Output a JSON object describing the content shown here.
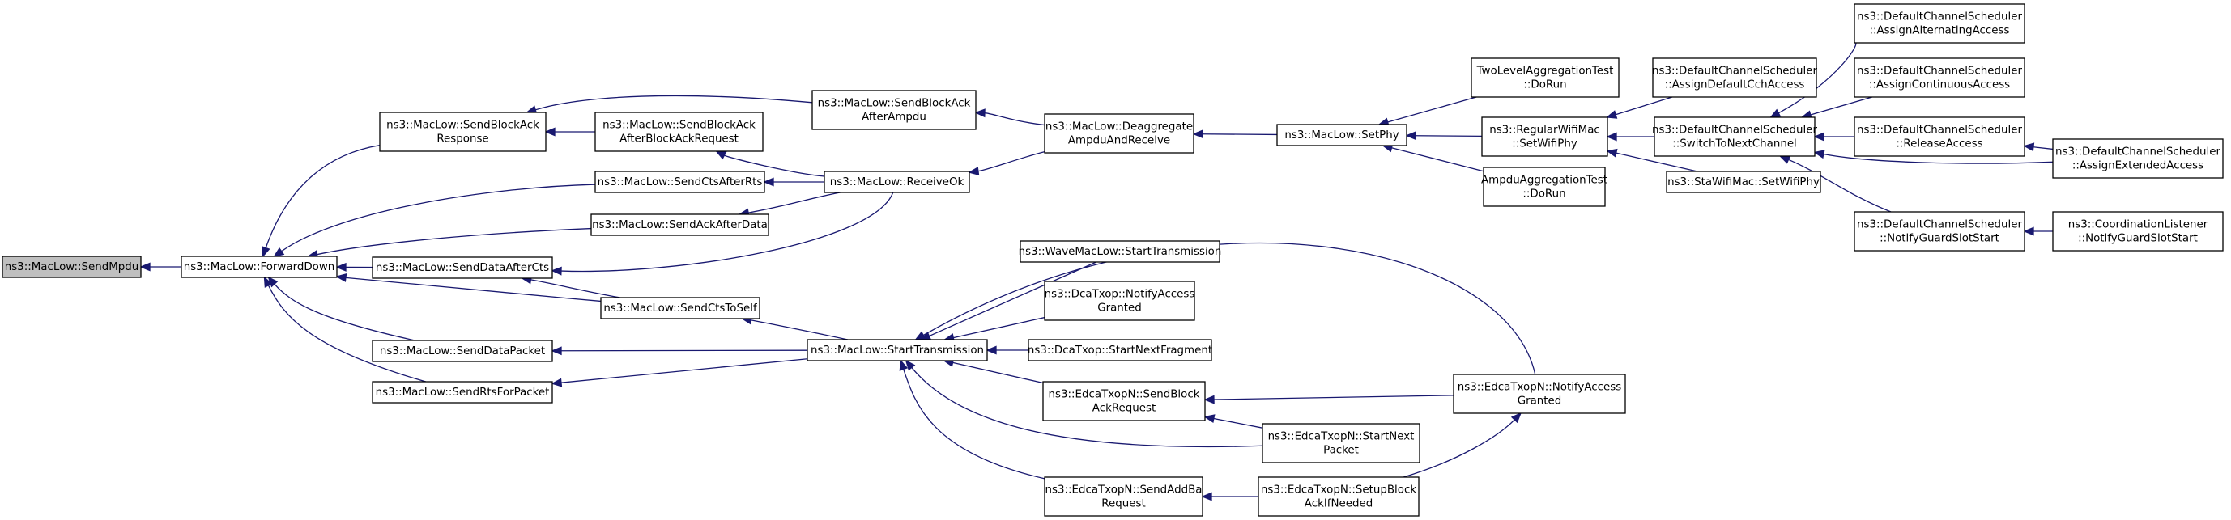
{
  "graph": {
    "nodes": [
      {
        "id": "send_mpdu",
        "lines": [
          "ns3::MacLow::SendMpdu"
        ],
        "root": true
      },
      {
        "id": "forward_down",
        "lines": [
          "ns3::MacLow::ForwardDown"
        ]
      },
      {
        "id": "send_block_ack_response",
        "lines": [
          "ns3::MacLow::SendBlockAck",
          "Response"
        ]
      },
      {
        "id": "send_cts_after_rts",
        "lines": [
          "ns3::MacLow::SendCtsAfterRts"
        ]
      },
      {
        "id": "send_ack_after_data",
        "lines": [
          "ns3::MacLow::SendAckAfterData"
        ]
      },
      {
        "id": "send_data_after_cts",
        "lines": [
          "ns3::MacLow::SendDataAfterCts"
        ]
      },
      {
        "id": "send_cts_to_self",
        "lines": [
          "ns3::MacLow::SendCtsToSelf"
        ]
      },
      {
        "id": "send_data_packet",
        "lines": [
          "ns3::MacLow::SendDataPacket"
        ]
      },
      {
        "id": "send_rts_for_packet",
        "lines": [
          "ns3::MacLow::SendRtsForPacket"
        ]
      },
      {
        "id": "send_block_ack_after_bar",
        "lines": [
          "ns3::MacLow::SendBlockAck",
          "AfterBlockAckRequest"
        ]
      },
      {
        "id": "send_block_ack_after_ampdu",
        "lines": [
          "ns3::MacLow::SendBlockAck",
          "AfterAmpdu"
        ]
      },
      {
        "id": "receive_ok",
        "lines": [
          "ns3::MacLow::ReceiveOk"
        ]
      },
      {
        "id": "start_transmission",
        "lines": [
          "ns3::MacLow::StartTransmission"
        ]
      },
      {
        "id": "deaggregate",
        "lines": [
          "ns3::MacLow::Deaggregate",
          "AmpduAndReceive"
        ]
      },
      {
        "id": "wave_start_tx",
        "lines": [
          "ns3::WaveMacLow::StartTransmission"
        ]
      },
      {
        "id": "dca_notify_access",
        "lines": [
          "ns3::DcaTxop::NotifyAccess",
          "Granted"
        ]
      },
      {
        "id": "dca_start_next_fragment",
        "lines": [
          "ns3::DcaTxop::StartNextFragment"
        ]
      },
      {
        "id": "edca_send_block_ack_request",
        "lines": [
          "ns3::EdcaTxopN::SendBlock",
          "AckRequest"
        ]
      },
      {
        "id": "edca_send_add_ba",
        "lines": [
          "ns3::EdcaTxopN::SendAddBa",
          "Request"
        ]
      },
      {
        "id": "set_phy",
        "lines": [
          "ns3::MacLow::SetPhy"
        ]
      },
      {
        "id": "edca_start_next_packet",
        "lines": [
          "ns3::EdcaTxopN::StartNext",
          "Packet"
        ]
      },
      {
        "id": "edca_setup_block_ack",
        "lines": [
          "ns3::EdcaTxopN::SetupBlock",
          "AckIfNeeded"
        ]
      },
      {
        "id": "two_level_test",
        "lines": [
          "TwoLevelAggregationTest",
          "::DoRun"
        ]
      },
      {
        "id": "regular_wifi_mac",
        "lines": [
          "ns3::RegularWifiMac",
          "::SetWifiPhy"
        ]
      },
      {
        "id": "ampdu_test",
        "lines": [
          "AmpduAggregationTest",
          "::DoRun"
        ]
      },
      {
        "id": "edca_notify_access",
        "lines": [
          "ns3::EdcaTxopN::NotifyAccess",
          "Granted"
        ]
      },
      {
        "id": "dcs_assign_default_cch",
        "lines": [
          "ns3::DefaultChannelScheduler",
          "::AssignDefaultCchAccess"
        ]
      },
      {
        "id": "dcs_switch_to_next",
        "lines": [
          "ns3::DefaultChannelScheduler",
          "::SwitchToNextChannel"
        ]
      },
      {
        "id": "sta_wifi_mac",
        "lines": [
          "ns3::StaWifiMac::SetWifiPhy"
        ]
      },
      {
        "id": "dcs_assign_alternating",
        "lines": [
          "ns3::DefaultChannelScheduler",
          "::AssignAlternatingAccess"
        ]
      },
      {
        "id": "dcs_assign_continuous",
        "lines": [
          "ns3::DefaultChannelScheduler",
          "::AssignContinuousAccess"
        ]
      },
      {
        "id": "dcs_release_access",
        "lines": [
          "ns3::DefaultChannelScheduler",
          "::ReleaseAccess"
        ]
      },
      {
        "id": "dcs_notify_guard",
        "lines": [
          "ns3::DefaultChannelScheduler",
          "::NotifyGuardSlotStart"
        ]
      },
      {
        "id": "dcs_assign_extended",
        "lines": [
          "ns3::DefaultChannelScheduler",
          "::AssignExtendedAccess"
        ]
      },
      {
        "id": "coordination_listener",
        "lines": [
          "ns3::CoordinationListener",
          "::NotifyGuardSlotStart"
        ]
      }
    ],
    "edges": [
      {
        "from": "forward_down",
        "to": "send_mpdu"
      },
      {
        "from": "send_block_ack_response",
        "to": "forward_down"
      },
      {
        "from": "send_cts_after_rts",
        "to": "forward_down"
      },
      {
        "from": "send_ack_after_data",
        "to": "forward_down"
      },
      {
        "from": "send_data_after_cts",
        "to": "forward_down"
      },
      {
        "from": "send_cts_to_self",
        "to": "forward_down"
      },
      {
        "from": "send_data_packet",
        "to": "forward_down"
      },
      {
        "from": "send_rts_for_packet",
        "to": "forward_down"
      },
      {
        "from": "send_block_ack_after_bar",
        "to": "send_block_ack_response"
      },
      {
        "from": "send_block_ack_after_ampdu",
        "to": "send_block_ack_response"
      },
      {
        "from": "receive_ok",
        "to": "send_cts_after_rts"
      },
      {
        "from": "receive_ok",
        "to": "send_ack_after_data"
      },
      {
        "from": "receive_ok",
        "to": "send_data_after_cts"
      },
      {
        "from": "receive_ok",
        "to": "send_block_ack_after_bar"
      },
      {
        "from": "send_cts_to_self",
        "to": "send_data_after_cts"
      },
      {
        "from": "start_transmission",
        "to": "send_cts_to_self"
      },
      {
        "from": "start_transmission",
        "to": "send_data_packet"
      },
      {
        "from": "start_transmission",
        "to": "send_rts_for_packet"
      },
      {
        "from": "deaggregate",
        "to": "send_block_ack_after_ampdu"
      },
      {
        "from": "deaggregate",
        "to": "receive_ok"
      },
      {
        "from": "set_phy",
        "to": "deaggregate"
      },
      {
        "from": "two_level_test",
        "to": "set_phy"
      },
      {
        "from": "regular_wifi_mac",
        "to": "set_phy"
      },
      {
        "from": "ampdu_test",
        "to": "set_phy"
      },
      {
        "from": "wave_start_tx",
        "to": "start_transmission"
      },
      {
        "from": "dca_notify_access",
        "to": "start_transmission"
      },
      {
        "from": "dca_start_next_fragment",
        "to": "start_transmission"
      },
      {
        "from": "edca_send_block_ack_request",
        "to": "start_transmission"
      },
      {
        "from": "edca_send_add_ba",
        "to": "start_transmission"
      },
      {
        "from": "edca_start_next_packet",
        "to": "start_transmission"
      },
      {
        "from": "edca_notify_access",
        "to": "start_transmission"
      },
      {
        "from": "edca_notify_access",
        "to": "edca_send_block_ack_request"
      },
      {
        "from": "edca_start_next_packet",
        "to": "edca_send_block_ack_request"
      },
      {
        "from": "edca_setup_block_ack",
        "to": "edca_send_add_ba"
      },
      {
        "from": "edca_setup_block_ack",
        "to": "edca_notify_access"
      },
      {
        "from": "dcs_assign_default_cch",
        "to": "regular_wifi_mac"
      },
      {
        "from": "dcs_switch_to_next",
        "to": "regular_wifi_mac"
      },
      {
        "from": "sta_wifi_mac",
        "to": "regular_wifi_mac"
      },
      {
        "from": "dcs_assign_alternating",
        "to": "dcs_switch_to_next"
      },
      {
        "from": "dcs_assign_continuous",
        "to": "dcs_switch_to_next"
      },
      {
        "from": "dcs_release_access",
        "to": "dcs_switch_to_next"
      },
      {
        "from": "dcs_notify_guard",
        "to": "dcs_switch_to_next"
      },
      {
        "from": "dcs_assign_extended",
        "to": "dcs_switch_to_next"
      },
      {
        "from": "dcs_assign_extended",
        "to": "dcs_release_access"
      },
      {
        "from": "coordination_listener",
        "to": "dcs_notify_guard"
      }
    ]
  }
}
